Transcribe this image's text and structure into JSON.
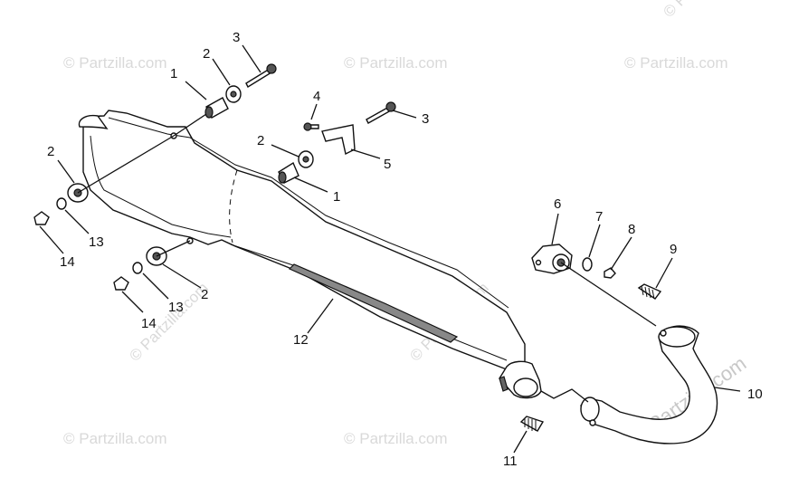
{
  "watermark": {
    "text": "© Partzilla.com"
  },
  "callouts": [
    {
      "id": "c1a",
      "label": "1"
    },
    {
      "id": "c2a",
      "label": "2"
    },
    {
      "id": "c3a",
      "label": "3"
    },
    {
      "id": "c4",
      "label": "4"
    },
    {
      "id": "c3b",
      "label": "3"
    },
    {
      "id": "c2b",
      "label": "2"
    },
    {
      "id": "c5",
      "label": "5"
    },
    {
      "id": "c1b",
      "label": "1"
    },
    {
      "id": "c2c",
      "label": "2"
    },
    {
      "id": "c13a",
      "label": "13"
    },
    {
      "id": "c14a",
      "label": "14"
    },
    {
      "id": "c2d",
      "label": "2"
    },
    {
      "id": "c13b",
      "label": "13"
    },
    {
      "id": "c14b",
      "label": "14"
    },
    {
      "id": "c12",
      "label": "12"
    },
    {
      "id": "c6",
      "label": "6"
    },
    {
      "id": "c7",
      "label": "7"
    },
    {
      "id": "c8",
      "label": "8"
    },
    {
      "id": "c9",
      "label": "9"
    },
    {
      "id": "c10",
      "label": "10"
    },
    {
      "id": "c11",
      "label": "11"
    }
  ]
}
